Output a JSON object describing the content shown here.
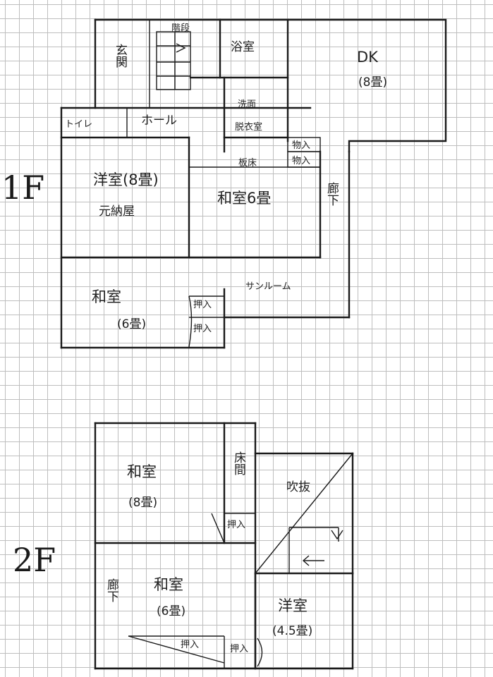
{
  "floor1": {
    "label": "1F",
    "rooms": {
      "genkan": "玄関",
      "kaidan": "階段",
      "yokushitsu": "浴室",
      "dk": "DK",
      "dk_size": "(8畳)",
      "toilet": "トイレ",
      "hall": "ホール",
      "senmen": "洗面",
      "datsui": "脱衣室",
      "oshiire_a": "物入",
      "oshiire_b": "物入",
      "itadoko": "板床",
      "youshitsu": "洋室(8畳)",
      "youshitsu_note": "元納屋",
      "washitsu_main": "和室6畳",
      "rouka": "廊下",
      "sunroom": "サンルーム",
      "washitsu_b": "和室",
      "washitsu_b_size": "(6畳)",
      "oshiire_c": "押入",
      "oshiire_d": "押入"
    }
  },
  "floor2": {
    "label": "2F",
    "rooms": {
      "washitsu_top": "和室",
      "washitsu_top_size": "(8畳)",
      "tokonoma": "床間",
      "oshiire_e": "押入",
      "fukinuke": "吹抜",
      "rouka": "廊下",
      "washitsu_mid": "和室",
      "washitsu_mid_size": "(6畳)",
      "youshitsu": "洋室",
      "youshitsu_size": "(4.5畳)",
      "oshiire_f": "押入",
      "oshiire_g": "押入"
    }
  }
}
